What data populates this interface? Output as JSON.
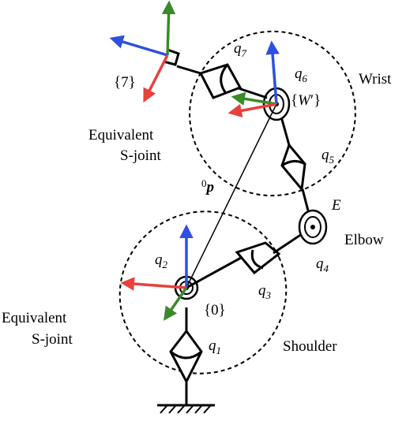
{
  "labels": {
    "q1": "q",
    "q1_sub": "1",
    "q2": "q",
    "q2_sub": "2",
    "q3": "q",
    "q3_sub": "3",
    "q4": "q",
    "q4_sub": "4",
    "q5": "q",
    "q5_sub": "5",
    "q6": "q",
    "q6_sub": "6",
    "q7": "q",
    "q7_sub": "7",
    "frame7": "{7}",
    "frameW_open": "{",
    "frameW_letter": "W",
    "frameW_prime": "′",
    "frameW_close": "}",
    "frame0": "{0}",
    "E": "E",
    "p_sup": "0",
    "p": "p",
    "wrist": "Wrist",
    "elbow": "Elbow",
    "shoulder": "Shoulder",
    "equiv_top_1": "Equivalent",
    "equiv_top_2": "S-joint",
    "equiv_bottom_1": "Equivalent",
    "equiv_bottom_2": "S-joint"
  },
  "colors": {
    "x_axis": "#e8413c",
    "y_axis": "#3a8a2a",
    "z_axis": "#2f4fe0",
    "link": "#000000"
  }
}
